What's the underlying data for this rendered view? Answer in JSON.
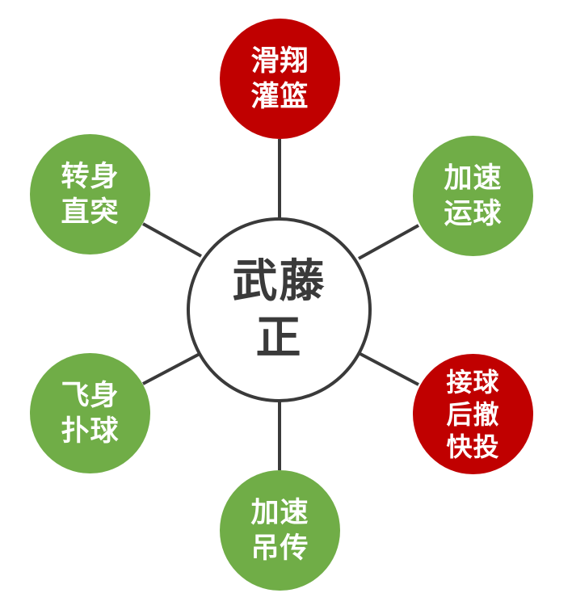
{
  "diagram": {
    "type": "radial-hub",
    "colors": {
      "red": "#C00000",
      "green": "#70AD47",
      "line": "#3A3A3A",
      "center_border": "#3A3A3A",
      "center_text": "#3A3A3A",
      "node_text": "#FFFFFF",
      "background": "#FFFFFF"
    },
    "center": {
      "lines": [
        "武藤",
        "正"
      ]
    },
    "nodes": [
      {
        "id": "top",
        "color": "red",
        "lines": [
          "滑翔",
          "灌篮"
        ]
      },
      {
        "id": "top-right",
        "color": "green",
        "lines": [
          "加速",
          "运球"
        ]
      },
      {
        "id": "bottom-right",
        "color": "red",
        "lines": [
          "接球",
          "后撤",
          "快投"
        ]
      },
      {
        "id": "bottom",
        "color": "green",
        "lines": [
          "加速",
          "吊传"
        ]
      },
      {
        "id": "bottom-left",
        "color": "green",
        "lines": [
          "飞身",
          "扑球"
        ]
      },
      {
        "id": "top-left",
        "color": "green",
        "lines": [
          "转身",
          "直突"
        ]
      }
    ]
  }
}
